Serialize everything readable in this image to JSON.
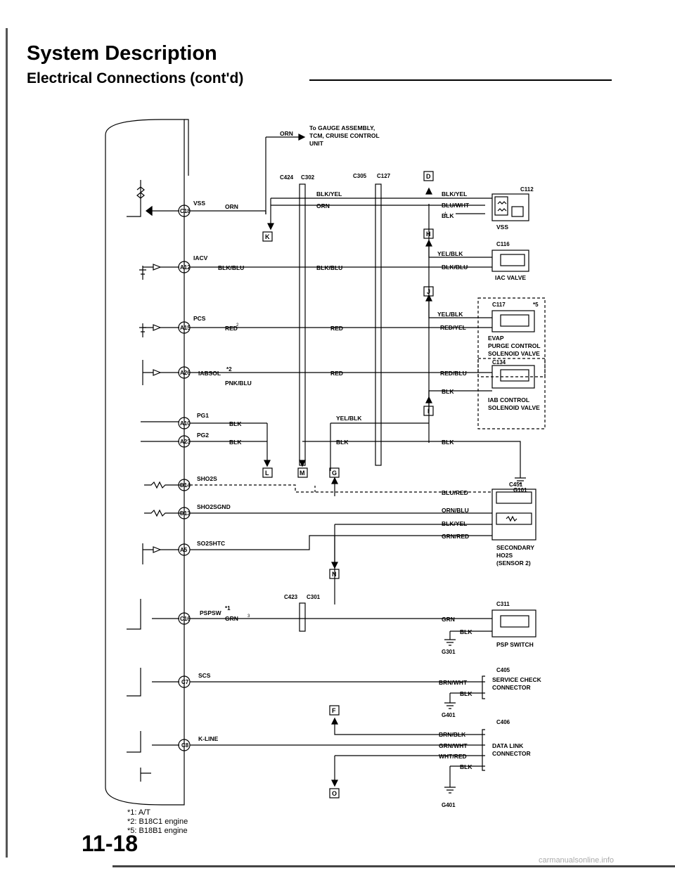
{
  "page": {
    "title": "System Description",
    "subtitle": "Electrical Connections (cont'd)",
    "page_number": "11-18",
    "watermark": "carmanualsonline.info",
    "footnotes": [
      "*1: A/T",
      "*2: B18C1 engine",
      "*5: B18B1 engine"
    ]
  },
  "top": {
    "to_line1": "To GAUGE ASSEMBLY,",
    "to_line2": "TCM, CRUISE CONTROL",
    "to_line3": "UNIT",
    "orn": "ORN",
    "c424": "C424",
    "c302": "C302",
    "c305": "C305",
    "c127": "C127"
  },
  "vss": {
    "label": "VSS",
    "pin": "C18",
    "wire": "ORN",
    "wire_a": "BLK/YEL",
    "wire_b": "ORN",
    "conn": "C112",
    "r1": "BLK/YEL",
    "r2": "BLU/WHT",
    "r3": "BLK",
    "dev": "VSS"
  },
  "iacv": {
    "label": "IACV",
    "pin": "A12",
    "wire": "BLK/BLU",
    "mid": "BLK/BLU",
    "conn": "C116",
    "r1": "YEL/BLK",
    "r2": "BLK/BLU",
    "dev": "IAC VALVE"
  },
  "pcs": {
    "label": "PCS",
    "pin": "A15",
    "wire": "RED",
    "mid": "RED",
    "conn": "C117",
    "r1": "YEL/BLK",
    "r2": "RED/YEL",
    "dev1": "EVAP",
    "dev2": "PURGE CONTROL",
    "dev3": "SOLENOID VALVE"
  },
  "iabsol": {
    "label": "IABSOL",
    "pin": "A26",
    "wire": "PNK/BLU",
    "mid": "RED",
    "conn": "C134",
    "r1": "RED/BLU",
    "r2": "BLK",
    "dev1": "IAB CONTROL",
    "dev2": "SOLENOID VALVE"
  },
  "pg1": {
    "label": "PG1",
    "pin": "A10",
    "wire": "BLK",
    "mid": "YEL/BLK"
  },
  "pg2": {
    "label": "PG2",
    "pin": "A23",
    "wire": "BLK",
    "mid": "BLK",
    "right": "BLK",
    "ground": "G101"
  },
  "sho2s": {
    "label": "SHO2S",
    "pin": "D14",
    "conn": "C451",
    "r1": "BLU/RED",
    "r2": "ORN/BLU",
    "r3": "BLK/YEL",
    "r4": "GRN/RED",
    "dev1": "SECONDARY",
    "dev2": "HO2S",
    "dev3": "(SENSOR 2)"
  },
  "sho2sgnd": {
    "label": "SHO2SGND",
    "pin": "D13"
  },
  "so2shtc": {
    "label": "SO2SHTC",
    "pin": "A5"
  },
  "pspsw": {
    "label": "PSPSW",
    "pin": "C16",
    "wire": "GRN",
    "c423": "C423",
    "c301": "C301",
    "conn": "C311",
    "r1": "GRN",
    "r2": "BLK",
    "ground": "G301",
    "dev": "PSP SWITCH"
  },
  "scs": {
    "label": "SCS",
    "pin": "C7",
    "conn": "C405",
    "r1": "BRN/WHT",
    "r2": "BLK",
    "ground": "G401",
    "dev1": "SERVICE CHECK",
    "dev2": "CONNECTOR"
  },
  "kline": {
    "label": "K-LINE",
    "pin": "C8",
    "conn": "C406",
    "r1": "BRN/BLK",
    "r2": "GRN/WHT",
    "r3": "WHT/RED",
    "r4": "BLK",
    "ground": "G401",
    "dev1": "DATA LINK",
    "dev2": "CONNECTOR"
  },
  "refs": [
    "D",
    "K",
    "H",
    "J",
    "I",
    "L",
    "M",
    "G",
    "N",
    "F",
    "O"
  ],
  "notes": [
    "*1",
    "*2",
    "*5"
  ],
  "sups": [
    "1",
    "2",
    "3"
  ]
}
